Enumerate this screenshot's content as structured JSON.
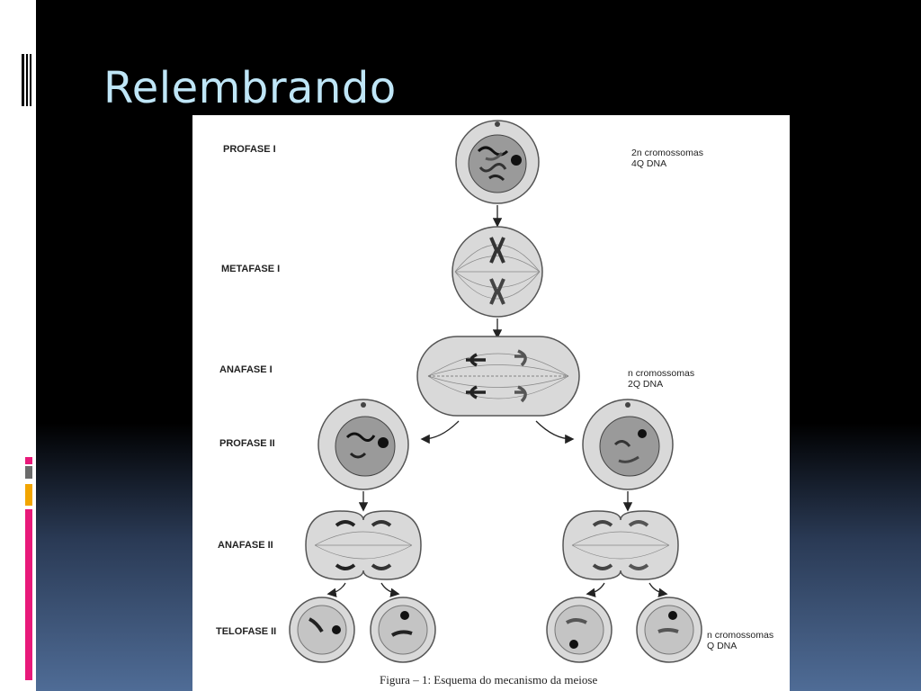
{
  "slide": {
    "title": "Relembrando"
  },
  "figure": {
    "stages": {
      "profase_i": "PROFASE I",
      "metafase_i": "METAFASE I",
      "anafase_i": "ANAFASE I",
      "profase_ii": "PROFASE II",
      "anafase_ii": "ANAFASE II",
      "telofase_ii": "TELOFASE II"
    },
    "notes": {
      "n1_l1": "2n cromossomas",
      "n1_l2": "4Q DNA",
      "n2_l1": "n cromossomas",
      "n2_l2": "2Q DNA",
      "n3_l1": "n cromossomas",
      "n3_l2": "Q DNA"
    },
    "caption": "Figura – 1: Esquema do mecanismo da meiose"
  },
  "colors": {
    "title": "#bfe6f7",
    "accent_pink": "#e8197a",
    "accent_orange": "#f2a500",
    "accent_gray": "#6b6b6b"
  }
}
